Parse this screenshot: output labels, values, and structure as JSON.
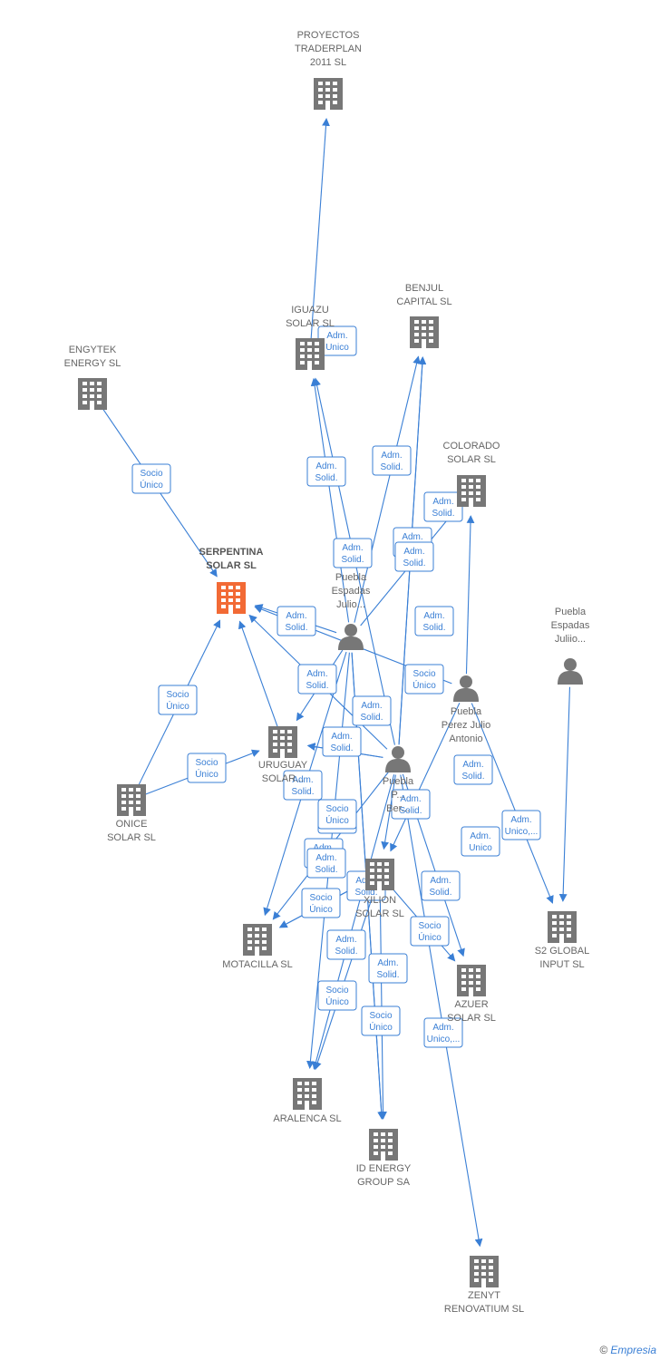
{
  "nodes": [
    {
      "id": "proyectos",
      "kind": "company",
      "lines": [
        "PROYECTOS",
        "TRADERPLAN",
        "2011 SL"
      ]
    },
    {
      "id": "iguazu",
      "kind": "company",
      "lines": [
        "IGUAZU",
        "SOLAR SL"
      ]
    },
    {
      "id": "benjul",
      "kind": "company",
      "lines": [
        "BENJUL",
        "CAPITAL SL"
      ]
    },
    {
      "id": "engytek",
      "kind": "company",
      "lines": [
        "ENGYTEK",
        "ENERGY SL"
      ]
    },
    {
      "id": "colorado",
      "kind": "company",
      "lines": [
        "COLORADO",
        "SOLAR SL"
      ]
    },
    {
      "id": "serpentina",
      "kind": "company-main",
      "lines": [
        "SERPENTINA",
        "SOLAR SL"
      ]
    },
    {
      "id": "puebla_julio",
      "kind": "person",
      "lines": [
        "Puebla",
        "Espadas",
        "Julio..."
      ]
    },
    {
      "id": "puebla_juliio",
      "kind": "person",
      "lines": [
        "Puebla",
        "Espadas",
        "Juliio..."
      ]
    },
    {
      "id": "puebla_perez",
      "kind": "person",
      "lines": [
        "Puebla",
        "Perez Julio",
        "Antonio"
      ]
    },
    {
      "id": "puebla_ber",
      "kind": "person",
      "lines": [
        "Puebla",
        "P...",
        "Ber..."
      ]
    },
    {
      "id": "uruguay",
      "kind": "company",
      "lines": [
        "URUGUAY",
        "SOLAR..."
      ]
    },
    {
      "id": "onice",
      "kind": "company",
      "lines": [
        "ONICE",
        "SOLAR SL"
      ]
    },
    {
      "id": "xilion",
      "kind": "company",
      "lines": [
        "XILION",
        "SOLAR SL"
      ]
    },
    {
      "id": "motacilla",
      "kind": "company",
      "lines": [
        "MOTACILLA SL"
      ]
    },
    {
      "id": "s2global",
      "kind": "company",
      "lines": [
        "S2 GLOBAL",
        "INPUT SL"
      ]
    },
    {
      "id": "azuer",
      "kind": "company",
      "lines": [
        "AZUER",
        "SOLAR SL"
      ]
    },
    {
      "id": "aralenca",
      "kind": "company",
      "lines": [
        "ARALENCA SL"
      ]
    },
    {
      "id": "idenergy",
      "kind": "company",
      "lines": [
        "ID ENERGY",
        "GROUP SA"
      ]
    },
    {
      "id": "zenyt",
      "kind": "company",
      "lines": [
        "ZENYT",
        "RENOVATIUM SL"
      ]
    }
  ],
  "edge_labels": [
    {
      "id": "e1",
      "lines": [
        "Socio",
        "Único"
      ]
    },
    {
      "id": "e2",
      "lines": [
        "Adm.",
        "Unico"
      ]
    },
    {
      "id": "e3",
      "lines": [
        "Adm.",
        "Solid."
      ]
    },
    {
      "id": "e4",
      "lines": [
        "Adm.",
        "Solid."
      ]
    },
    {
      "id": "e5",
      "lines": [
        "Adm.",
        "Solid."
      ]
    },
    {
      "id": "e6",
      "lines": [
        "Adm.",
        "Solid."
      ]
    },
    {
      "id": "e7",
      "lines": [
        "Adm.",
        "Solid."
      ]
    },
    {
      "id": "e8",
      "lines": [
        "Adm.",
        "Solid."
      ]
    },
    {
      "id": "e9",
      "lines": [
        "Adm.",
        "Solid."
      ]
    },
    {
      "id": "e10",
      "lines": [
        "Adm.",
        "Solid."
      ]
    },
    {
      "id": "e11",
      "lines": [
        "Socio",
        "Único"
      ]
    },
    {
      "id": "e12",
      "lines": [
        "Adm.",
        "Solid."
      ]
    },
    {
      "id": "e13",
      "lines": [
        "Socio",
        "Único"
      ]
    },
    {
      "id": "e14",
      "lines": [
        "Adm.",
        "Solid."
      ]
    },
    {
      "id": "e15",
      "lines": [
        "Socio",
        "Único"
      ]
    },
    {
      "id": "e16",
      "lines": [
        "Adm.",
        "Solid."
      ]
    },
    {
      "id": "e17",
      "lines": [
        "Socio",
        "Único"
      ]
    },
    {
      "id": "e18",
      "lines": [
        "Adm.",
        "Solid."
      ]
    },
    {
      "id": "e19",
      "lines": [
        "Adm.",
        "Solid."
      ]
    },
    {
      "id": "e20",
      "lines": [
        "Adm.",
        "Solid."
      ]
    },
    {
      "id": "e21",
      "lines": [
        "Adm.",
        "Unico"
      ]
    },
    {
      "id": "e22",
      "lines": [
        "Adm.",
        "Unico,..."
      ]
    },
    {
      "id": "e23",
      "lines": [
        "Socio",
        "Único"
      ]
    },
    {
      "id": "e24",
      "lines": [
        "Adm.",
        "Solid."
      ]
    },
    {
      "id": "e25",
      "lines": [
        "Adm.",
        "Solid."
      ]
    },
    {
      "id": "e26",
      "lines": [
        "Adm.",
        "Solid."
      ]
    },
    {
      "id": "e27",
      "lines": [
        "Adm.",
        "Solid."
      ]
    },
    {
      "id": "e28",
      "lines": [
        "Socio",
        "Único"
      ]
    },
    {
      "id": "e29",
      "lines": [
        "Adm.",
        "Solid."
      ]
    },
    {
      "id": "e30",
      "lines": [
        "Socio",
        "Único"
      ]
    },
    {
      "id": "e31",
      "lines": [
        "Adm.",
        "Solid."
      ]
    },
    {
      "id": "e32",
      "lines": [
        "Adm.",
        "Solid."
      ]
    },
    {
      "id": "e33",
      "lines": [
        "Socio",
        "Único"
      ]
    },
    {
      "id": "e34",
      "lines": [
        "Socio",
        "Único"
      ]
    },
    {
      "id": "e35",
      "lines": [
        "Adm.",
        "Unico,..."
      ]
    }
  ],
  "footer": {
    "copyright": "©",
    "brand": "Empresia"
  },
  "colors": {
    "edge": "#3a7fd5",
    "icon": "#777777",
    "main_icon": "#f26a35"
  }
}
